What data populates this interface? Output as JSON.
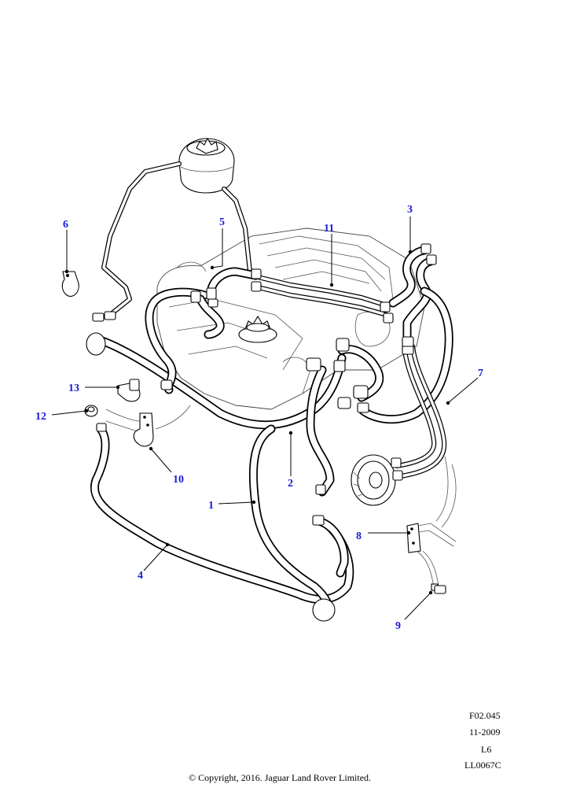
{
  "callouts": {
    "c1": "1",
    "c2": "2",
    "c3": "3",
    "c4": "4",
    "c5": "5",
    "c6": "6",
    "c7": "7",
    "c8": "8",
    "c9": "9",
    "c10": "10",
    "c11": "11",
    "c12": "12",
    "c13": "13"
  },
  "meta": {
    "ref": "F02.045",
    "date": "11-2009",
    "model": "L6",
    "code": "LL0067C"
  },
  "copyright": "© Copyright, 2016. Jaguar Land Rover Limited.",
  "colors": {
    "callout": "#1a1ad6",
    "line": "#000000",
    "background": "#ffffff"
  }
}
